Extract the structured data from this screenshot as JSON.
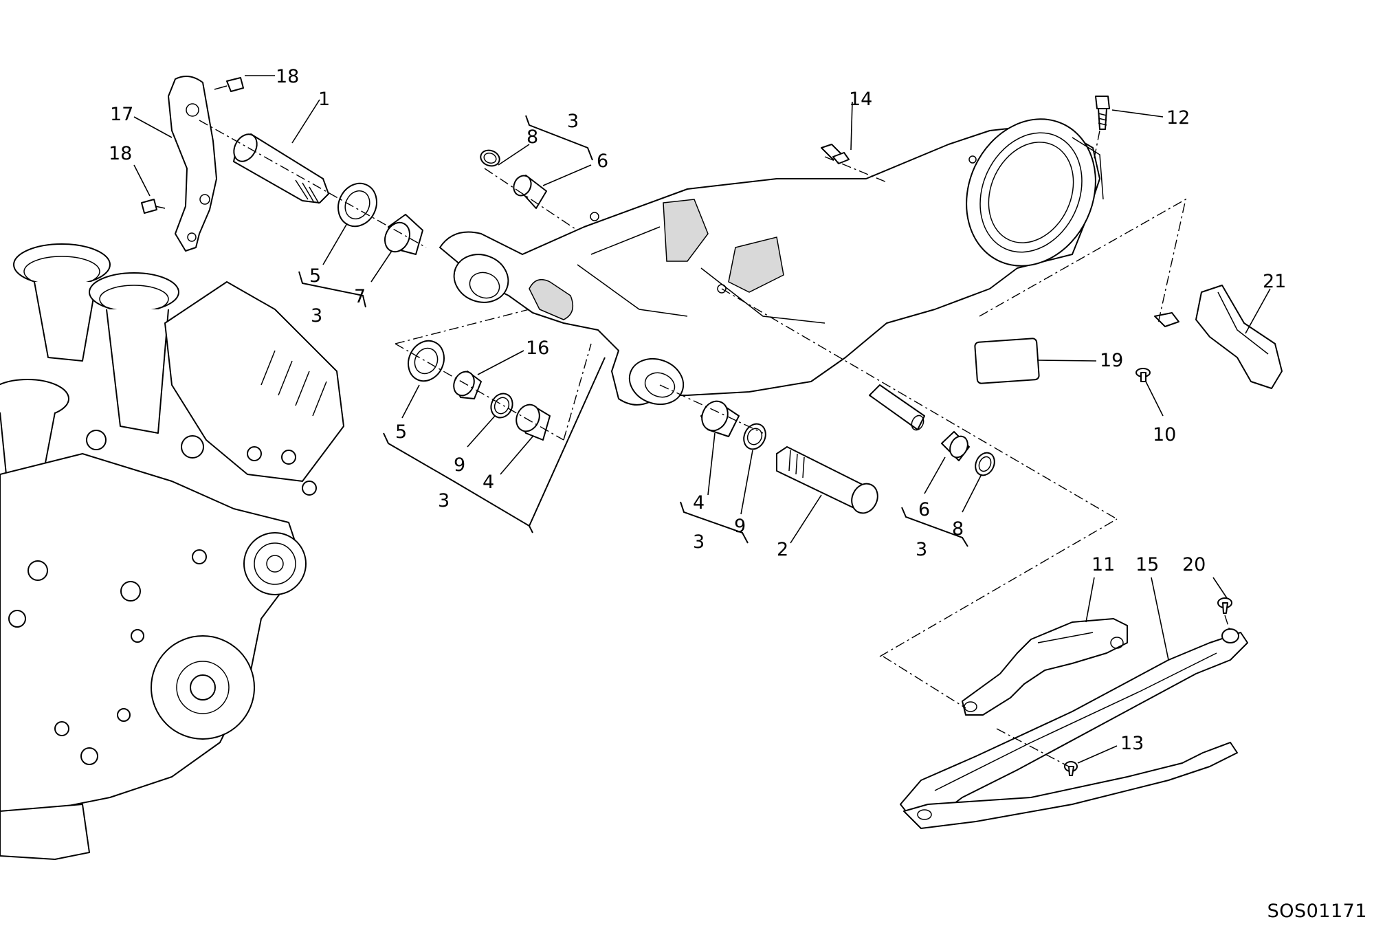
{
  "diagram": {
    "code": "SOS01171",
    "callouts": [
      "1",
      "2",
      "3",
      "3",
      "3",
      "3",
      "3",
      "4",
      "4",
      "5",
      "5",
      "6",
      "6",
      "7",
      "8",
      "8",
      "9",
      "9",
      "10",
      "11",
      "12",
      "13",
      "14",
      "15",
      "16",
      "17",
      "18",
      "18",
      "19",
      "20",
      "21"
    ]
  }
}
